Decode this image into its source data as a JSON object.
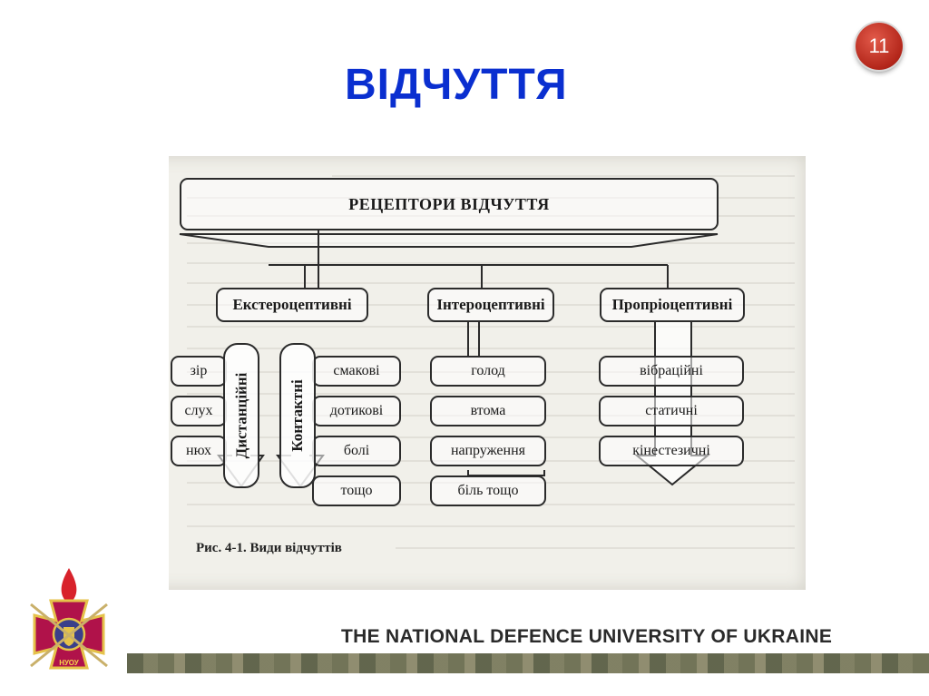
{
  "slide": {
    "title": "ВІДЧУТТЯ",
    "number": "11"
  },
  "diagram": {
    "root": "РЕЦЕПТОРИ ВІДЧУТТЯ",
    "categories": [
      {
        "label": "Екстероцептивні",
        "distance_group": "Дистанційні",
        "distance_items": [
          "зір",
          "слух",
          "нюх"
        ],
        "contact_group": "Контактні",
        "contact_items": [
          "смакові",
          "дотикові",
          "болі",
          "тощо"
        ]
      },
      {
        "label": "Інтероцептивні",
        "items": [
          "голод",
          "втома",
          "напруження",
          "біль тощо"
        ]
      },
      {
        "label": "Пропріоцептивні",
        "items": [
          "вібраційні",
          "статичні",
          "кінестезичні"
        ]
      }
    ],
    "caption": "Рис. 4-1. Види відчуттів"
  },
  "footer": {
    "university": "THE NATIONAL DEFENCE UNIVERSITY OF UKRAINE",
    "emblem_label": "НУОУ",
    "colors": {
      "title": "#0a2fd0",
      "badge": "#b3261a",
      "emblem": "#b0124a"
    }
  }
}
